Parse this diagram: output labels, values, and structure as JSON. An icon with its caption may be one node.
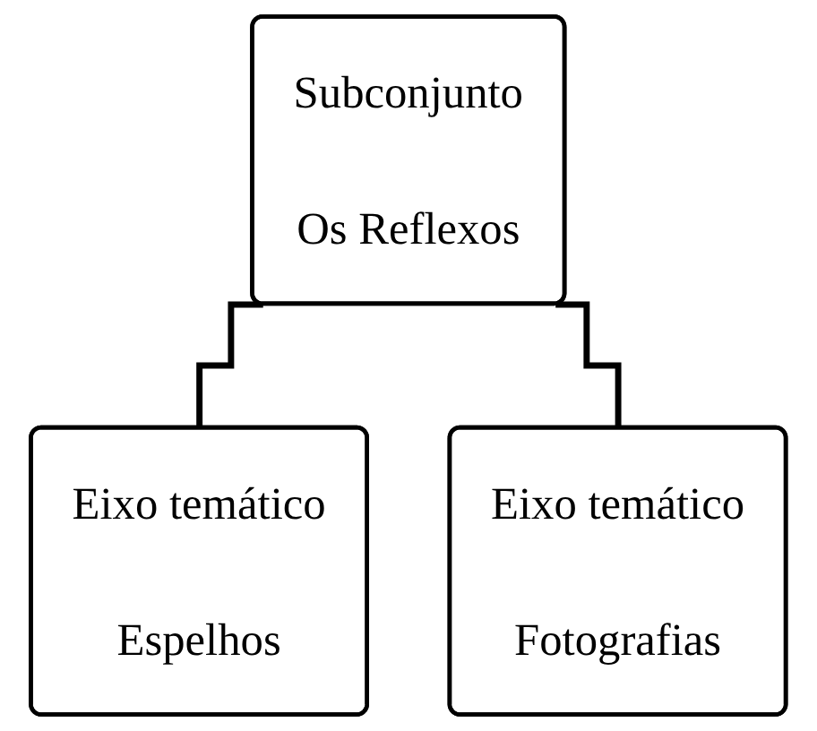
{
  "diagram": {
    "nodes": [
      {
        "text": [
          "Subconjunto",
          "Os Reflexos"
        ]
      },
      {
        "text": [
          "Eixo temático",
          "Espelhos"
        ]
      },
      {
        "text": [
          "Eixo temático",
          "Fotografias"
        ]
      }
    ],
    "edges": [
      {
        "from": 0,
        "to": 1,
        "arrow": "none"
      },
      {
        "from": 0,
        "to": 2,
        "arrow": "none"
      }
    ]
  }
}
